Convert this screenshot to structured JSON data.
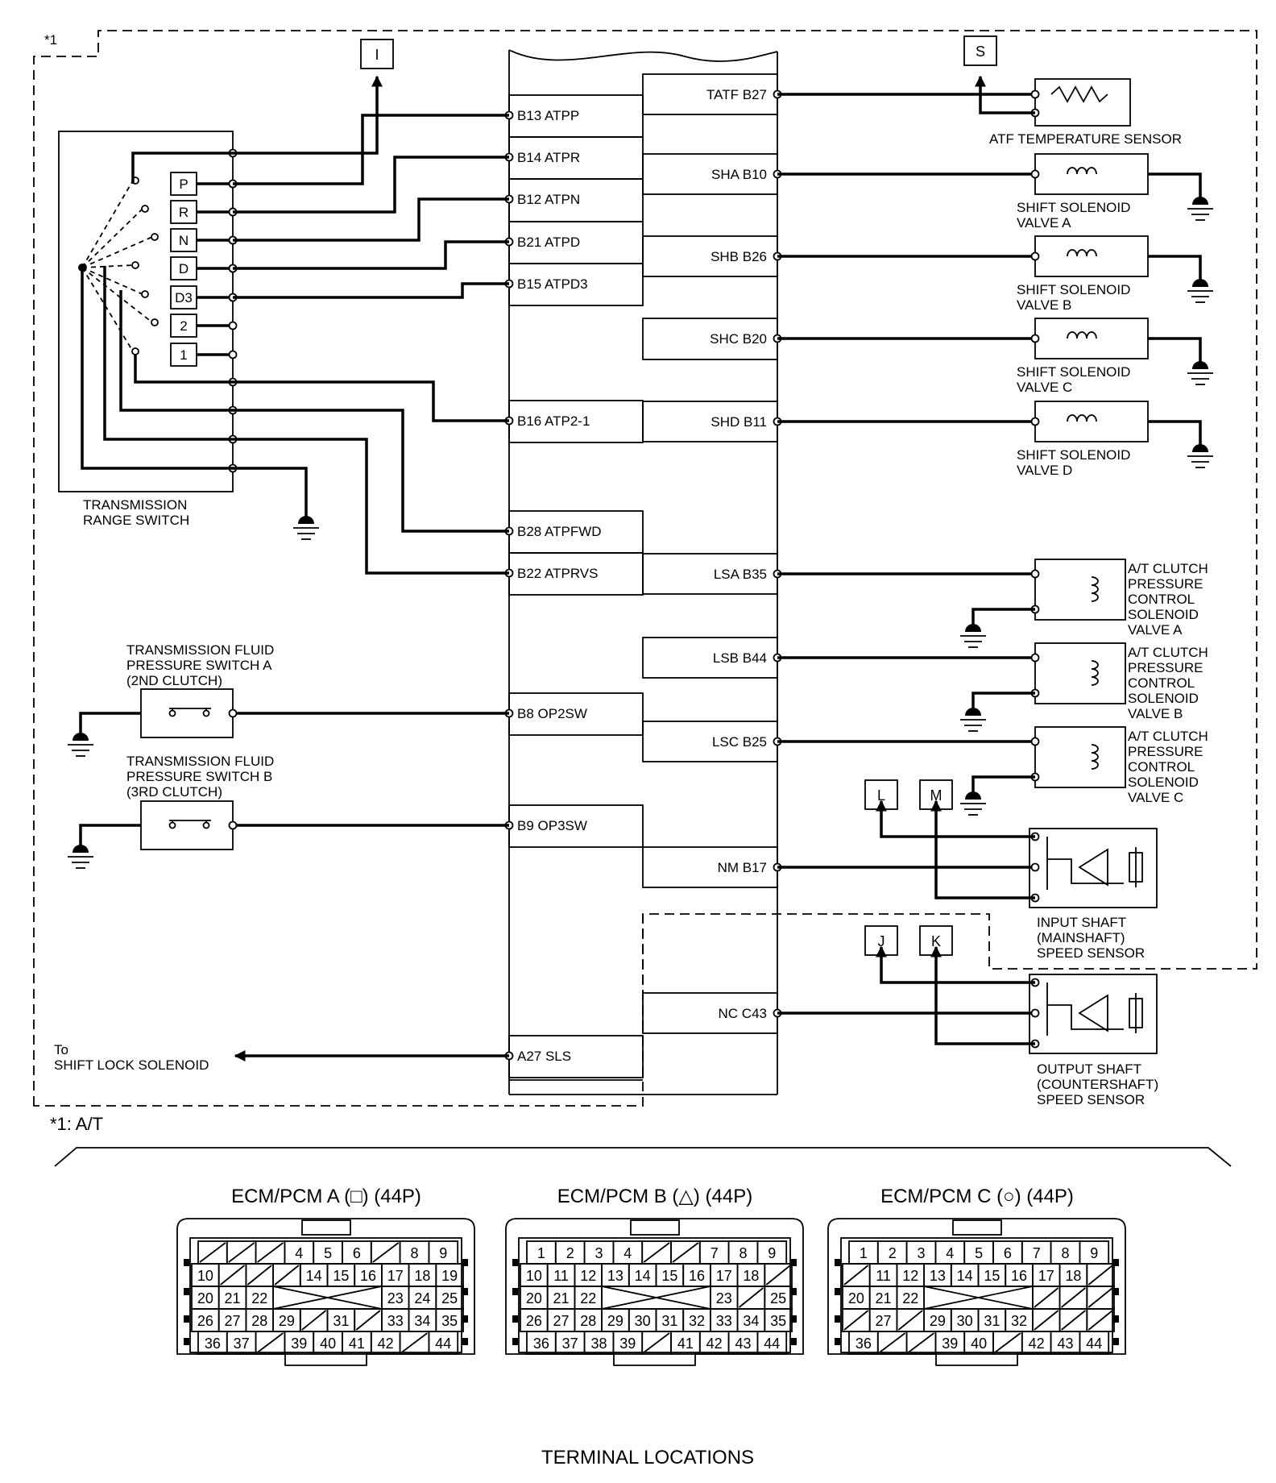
{
  "header": {
    "tag": "*1",
    "footnote": "*1: A/T",
    "bottom_title": "TERMINAL LOCATIONS"
  },
  "boxes": {
    "I": "I",
    "S": "S",
    "L": "L",
    "M": "M",
    "J": "J",
    "K": "K"
  },
  "range_switch": {
    "label_line1": "TRANSMISSION",
    "label_line2": "RANGE SWITCH",
    "positions": [
      "P",
      "R",
      "N",
      "D",
      "D3",
      "2",
      "1"
    ]
  },
  "left_terminals": [
    "B13 ATPP",
    "B14 ATPR",
    "B12 ATPN",
    "B21 ATPD",
    "B15 ATPD3",
    "B16 ATP2-1",
    "B28 ATPFWD",
    "B22 ATPRVS",
    "B8 OP2SW",
    "B9 OP3SW",
    "A27 SLS"
  ],
  "right_terminals": [
    "TATF B27",
    "SHA B10",
    "SHB B26",
    "SHC B20",
    "SHD B11",
    "LSA B35",
    "LSB B44",
    "LSC B25",
    "NM B17",
    "NC C43"
  ],
  "components": {
    "atf_sensor": "ATF TEMPERATURE SENSOR",
    "sol_a": [
      "SHIFT SOLENOID",
      "VALVE A"
    ],
    "sol_b": [
      "SHIFT SOLENOID",
      "VALVE B"
    ],
    "sol_c": [
      "SHIFT SOLENOID",
      "VALVE C"
    ],
    "sol_d": [
      "SHIFT SOLENOID",
      "VALVE D"
    ],
    "cl_a": [
      "A/T CLUTCH",
      "PRESSURE",
      "CONTROL",
      "SOLENOID",
      "VALVE A"
    ],
    "cl_b": [
      "A/T CLUTCH",
      "PRESSURE",
      "CONTROL",
      "SOLENOID",
      "VALVE B"
    ],
    "cl_c": [
      "A/T CLUTCH",
      "PRESSURE",
      "CONTROL",
      "SOLENOID",
      "VALVE C"
    ],
    "input_sensor": [
      "INPUT SHAFT",
      "(MAINSHAFT)",
      "SPEED SENSOR"
    ],
    "output_sensor": [
      "OUTPUT SHAFT",
      "(COUNTERSHAFT)",
      "SPEED SENSOR"
    ],
    "fluid_a": [
      "TRANSMISSION FLUID",
      "PRESSURE SWITCH A",
      "(2ND CLUTCH)"
    ],
    "fluid_b": [
      "TRANSMISSION FLUID",
      "PRESSURE SWITCH B",
      "(3RD CLUTCH)"
    ],
    "shift_lock": [
      "To",
      "SHIFT LOCK SOLENOID"
    ]
  },
  "connectors": [
    {
      "title": "ECM/PCM A (□) (44P)",
      "rows": [
        [
          "/",
          "/",
          "/",
          "4",
          "5",
          "6",
          "/",
          "8",
          "9"
        ],
        [
          "10",
          "/",
          "/",
          "/",
          "14",
          "15",
          "16",
          "17",
          "18",
          "19"
        ],
        [
          "20",
          "21",
          "22",
          "X",
          "X",
          "X",
          "X",
          "23",
          "24",
          "25"
        ],
        [
          "26",
          "27",
          "28",
          "29",
          "/",
          "31",
          "/",
          "33",
          "34",
          "35"
        ],
        [
          "36",
          "37",
          "/",
          "39",
          "40",
          "41",
          "42",
          "/",
          "44"
        ]
      ]
    },
    {
      "title": "ECM/PCM B (△) (44P)",
      "rows": [
        [
          "1",
          "2",
          "3",
          "4",
          "/",
          "/",
          "7",
          "8",
          "9"
        ],
        [
          "10",
          "11",
          "12",
          "13",
          "14",
          "15",
          "16",
          "17",
          "18",
          "/"
        ],
        [
          "20",
          "21",
          "22",
          "X",
          "X",
          "X",
          "X",
          "23",
          "/",
          "25"
        ],
        [
          "26",
          "27",
          "28",
          "29",
          "30",
          "31",
          "32",
          "33",
          "34",
          "35"
        ],
        [
          "36",
          "37",
          "38",
          "39",
          "/",
          "41",
          "42",
          "43",
          "44"
        ]
      ]
    },
    {
      "title": "ECM/PCM C (○) (44P)",
      "rows": [
        [
          "1",
          "2",
          "3",
          "4",
          "5",
          "6",
          "7",
          "8",
          "9"
        ],
        [
          "/",
          "11",
          "12",
          "13",
          "14",
          "15",
          "16",
          "17",
          "18",
          "/"
        ],
        [
          "20",
          "21",
          "22",
          "X",
          "X",
          "X",
          "X",
          "/",
          "/",
          "/"
        ],
        [
          "/",
          "27",
          "/",
          "29",
          "30",
          "31",
          "32",
          "/",
          "/",
          "/"
        ],
        [
          "36",
          "/",
          "/",
          "39",
          "40",
          "/",
          "42",
          "43",
          "44"
        ]
      ]
    }
  ]
}
